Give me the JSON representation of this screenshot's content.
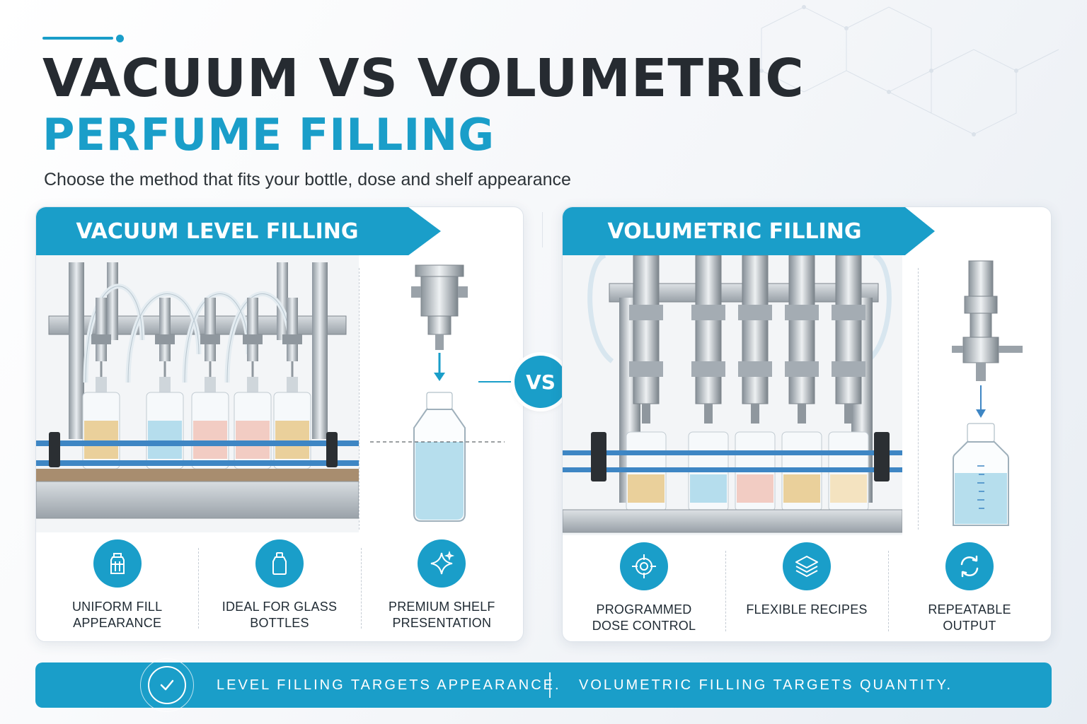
{
  "header": {
    "title_line1": "VACUUM VS VOLUMETRIC",
    "title_line2": "PERFUME FILLING",
    "subtitle": "Choose the method that fits your bottle, dose and shelf appearance"
  },
  "vs_label": "VS",
  "left_panel": {
    "title": "VACUUM LEVEL FILLING",
    "features": [
      {
        "icon": "level-bottle-icon",
        "label": "UNIFORM FILL APPEARANCE"
      },
      {
        "icon": "glass-bottle-icon",
        "label": "IDEAL FOR GLASS BOTTLES"
      },
      {
        "icon": "sparkle-icon",
        "label": "PREMIUM SHELF PRESENTATION"
      }
    ]
  },
  "right_panel": {
    "title": "VOLUMETRIC FILLING",
    "features": [
      {
        "icon": "target-icon",
        "label": "PROGRAMMED DOSE CONTROL"
      },
      {
        "icon": "layers-icon",
        "label": "FLEXIBLE RECIPES"
      },
      {
        "icon": "cycle-icon",
        "label": "REPEATABLE OUTPUT"
      }
    ]
  },
  "footer": {
    "icon": "check-circle-icon",
    "left_text": "LEVEL FILLING TARGETS APPEARANCE.",
    "right_text": "VOLUMETRIC FILLING TARGETS QUANTITY."
  },
  "colors": {
    "accent": "#1a9ec9",
    "title_dark": "#262b31",
    "liquid_amber": "#e8c98a",
    "liquid_blue": "#a9d8ea",
    "liquid_pink": "#f1c4b8"
  }
}
